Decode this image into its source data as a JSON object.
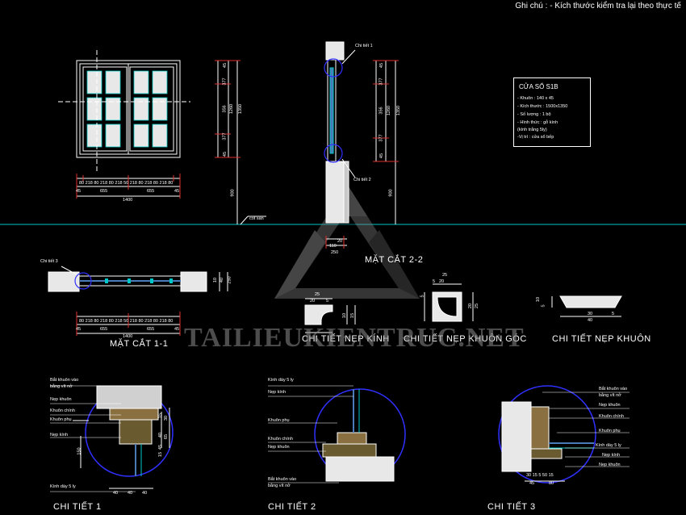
{
  "note": "Ghi chú : - Kích thước kiểm tra lại theo thực tế",
  "spec": {
    "title": "CỬA SỔ  S1B",
    "lines": [
      "- Khuôn : 140 x 45",
      "- Kích thước : 1500x1350",
      "- Số lượng : 1 bộ",
      "- Hình thức : gỗ kính",
      "                  (kính trắng 5ly)",
      "-Vị trí : cửa sổ bếp"
    ]
  },
  "section_titles": {
    "mat_cat_1_1": "MẶT CẮT 1-1",
    "mat_cat_2_2": "MẶT CẮT 2-2",
    "nep_kinh": "CHI TIẾT NẸP KÍNH",
    "nep_khuon_goc": "CHI TIẾT NẸP KHUÔN GÓC",
    "nep_khuon": "CHI TIẾT NẸP KHUÔN",
    "ct1": "CHI TIẾT 1",
    "ct2": "CHI TIẾT 2",
    "ct3": "CHI TIẾT 3"
  },
  "callouts": {
    "ct1_top": "Chi tiết 1",
    "ct2_side": "Chi tiết 2",
    "ct3_left": "Chi tiết 3",
    "cot_san": "cốt sàn"
  },
  "elevation_dims": {
    "bottom_row": [
      "45",
      "80",
      "218",
      "80",
      "218",
      "80",
      "218",
      "50",
      "218",
      "80",
      "218",
      "80",
      "218",
      "80",
      "45"
    ],
    "mid_row": [
      "45",
      "655",
      "655",
      "45"
    ],
    "total": "1400",
    "side": [
      "45",
      "377",
      "356",
      "377",
      "45"
    ],
    "side_totals": [
      "1260",
      "1350"
    ],
    "sill": "900"
  },
  "section22_dims": {
    "bottom": [
      "20",
      "110",
      "250"
    ],
    "side": [
      "45",
      "377",
      "356",
      "377",
      "45"
    ],
    "totals": [
      "1260",
      "1350"
    ],
    "sill": "900"
  },
  "section11_dims": {
    "row": [
      "45",
      "80",
      "218",
      "80",
      "218",
      "80",
      "218",
      "50",
      "218",
      "80",
      "218",
      "80",
      "218",
      "80",
      "45"
    ],
    "mid": [
      "45",
      "655",
      "655",
      "45"
    ],
    "total": "1400",
    "side": [
      "10",
      "40",
      "250"
    ]
  },
  "nep_kinh_dims": [
    "25",
    "20",
    "5",
    "10",
    "15"
  ],
  "nep_khuon_goc_dims": [
    "25",
    "20",
    "5",
    "5",
    "20",
    "25"
  ],
  "nep_khuon_dims": [
    "10",
    "5",
    "30",
    "5",
    "40"
  ],
  "ct1_labels": [
    "Bắt khuôn vào",
    "bằng vít nở",
    "Nẹp khuôn",
    "Khuôn chính",
    "Khuôn phụ",
    "Nẹp kính",
    "Kính dày 5 ly"
  ],
  "ct1_dims_right": [
    "15",
    "30",
    "40",
    "65",
    "45",
    "15"
  ],
  "ct1_dims_bottom": [
    "40",
    "40",
    "40"
  ],
  "ct1_dim_left": "150",
  "ct2_labels": [
    "Kính dày 5 ly",
    "Nẹp kính",
    "Khuôn phụ",
    "Khuôn chính",
    "Nẹp khuôn",
    "Bắt khuôn vào",
    "bằng vít nở"
  ],
  "ct3_labels": [
    "Bắt khuôn vào",
    "bằng vít nở",
    "Nẹp khuôn",
    "Khuôn chính",
    "Khuôn phụ",
    "Kính dày 5 ly",
    "Nẹp kính",
    "Nẹp khuôn"
  ],
  "ct3_dims_bottom": [
    "30",
    "15",
    "5",
    "50",
    "15"
  ],
  "ct3_dims_bottom2": [
    "45",
    "80"
  ],
  "watermark": "TAILIEUKIENTRUC.NET"
}
